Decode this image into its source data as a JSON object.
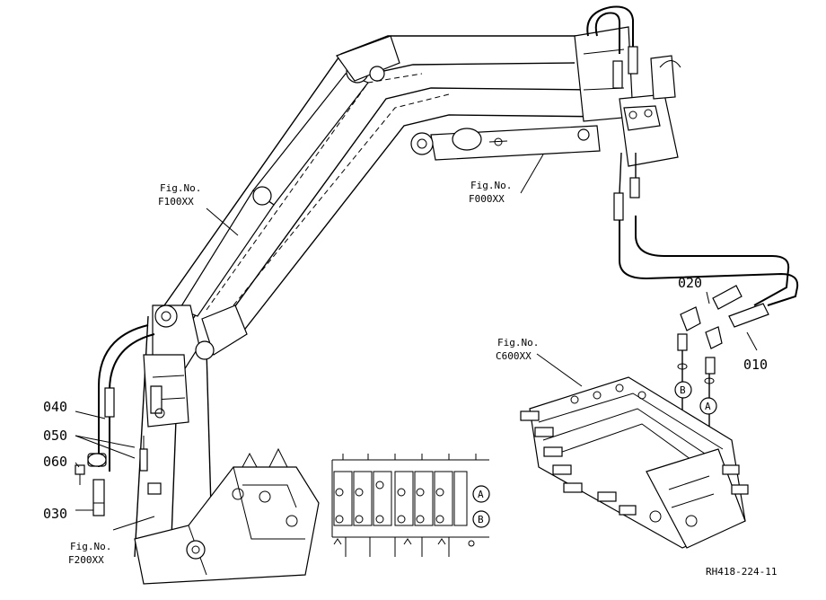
{
  "figure_code": "RH418-224-11",
  "fig_refs": [
    {
      "id": "f100",
      "line1": "Fig.No.",
      "line2": "F100XX"
    },
    {
      "id": "f000",
      "line1": "Fig.No.",
      "line2": "F000XX"
    },
    {
      "id": "c600",
      "line1": "Fig.No.",
      "line2": "C600XX"
    },
    {
      "id": "f200",
      "line1": "Fig.No.",
      "line2": "F200XX"
    }
  ],
  "part_numbers": [
    "010",
    "020",
    "030",
    "040",
    "050",
    "060"
  ],
  "port_markers": [
    "A",
    "B"
  ]
}
